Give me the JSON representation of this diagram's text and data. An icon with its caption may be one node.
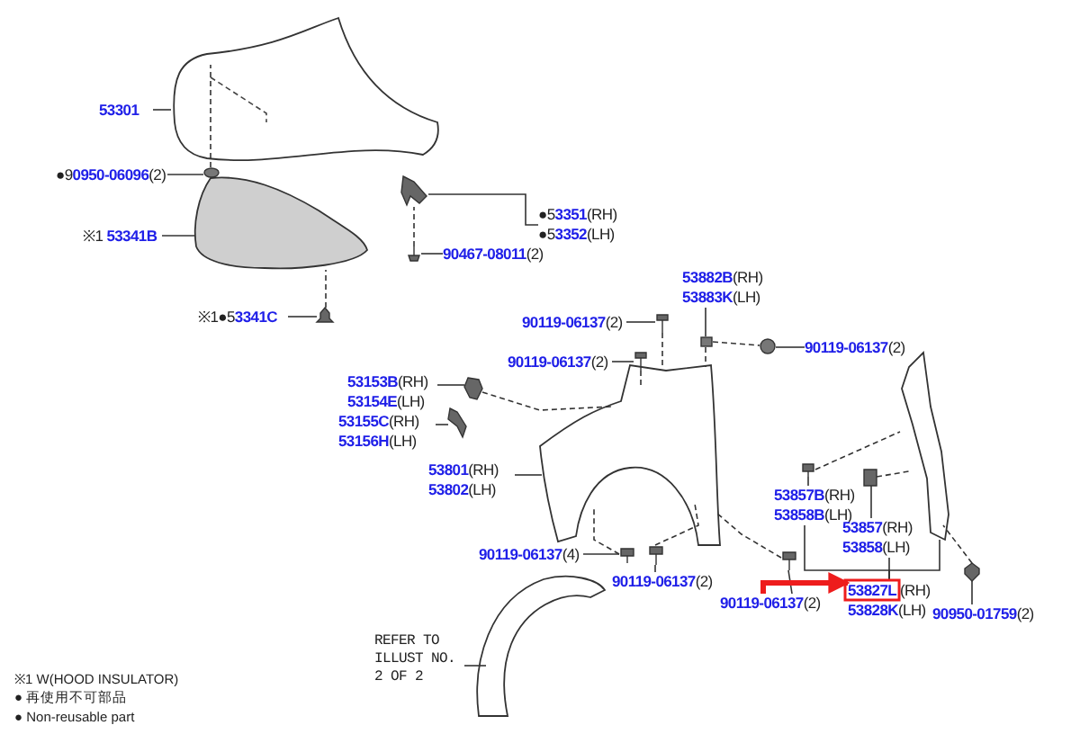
{
  "diagram": {
    "nodes": [
      {
        "text": [],
        "shape": "picture"
      },
      {
        "text": [
          "53301"
        ]
      },
      {
        "text": [],
        "shape": "circle"
      },
      {
        "text": [
          "●90950-06096(2)"
        ]
      },
      {
        "text": [],
        "shape": "picture"
      },
      {
        "text": [
          "※1 53341B"
        ]
      },
      {
        "text": [],
        "shape": "picture"
      },
      {
        "text": [
          "※1●53341C"
        ]
      },
      {
        "text": [],
        "shape": "picture"
      },
      {
        "text": [
          "●53351(RH)",
          "●53352(LH)"
        ]
      },
      {
        "text": [],
        "shape": "picture"
      },
      {
        "text": [
          "90467-08011(2)"
        ]
      },
      {
        "text": [],
        "shape": "picture"
      },
      {
        "text": [
          "53801(RH)",
          "53802(LH)"
        ]
      },
      {
        "text": [
          "53153B(RH)",
          "53154E(LH)"
        ]
      },
      {
        "text": [],
        "shape": "picture"
      },
      {
        "text": [
          "53155C(RH)",
          "53156H(LH)"
        ]
      },
      {
        "text": [],
        "shape": "picture"
      },
      {
        "text": [
          "90119-06137(2)"
        ]
      },
      {
        "text": [],
        "shape": "picture"
      },
      {
        "text": [
          "53882B(RH)",
          "53883K(LH)"
        ]
      },
      {
        "text": [],
        "shape": "box"
      },
      {
        "text": [
          "90119-06137(2)"
        ]
      },
      {
        "text": [],
        "shape": "circle"
      },
      {
        "text": [
          "90119-06137(2)"
        ]
      },
      {
        "text": [],
        "shape": "picture"
      },
      {
        "text": [
          "90119-06137(4)"
        ]
      },
      {
        "text": [],
        "shape": "picture"
      },
      {
        "text": [
          "90119-06137(2)"
        ]
      },
      {
        "text": [],
        "shape": "picture"
      },
      {
        "text": [
          "90119-06137(2)"
        ]
      },
      {
        "text": [],
        "shape": "picture"
      },
      {
        "text": [],
        "shape": "picture"
      },
      {
        "text": [
          "53857B(RH)",
          "53858B(LH)"
        ]
      },
      {
        "text": [
          "53857(RH)",
          "53858(LH)"
        ]
      },
      {
        "text": [
          "53827L(RH)",
          "53828K(LH)"
        ]
      },
      {
        "text": [],
        "shape": "picture"
      },
      {
        "text": [],
        "shape": "picture"
      },
      {
        "text": [
          "90950-01759(2)"
        ]
      },
      {
        "text": [],
        "shape": "picture"
      },
      {
        "text": [],
        "shape": "picture"
      },
      {
        "text": [
          "REFER TO ILLUST NO. 2 OF 2"
        ]
      }
    ],
    "edges": [
      {
        "from": 1,
        "to": 0,
        "arrow": "none"
      },
      {
        "from": 3,
        "to": 2,
        "arrow": "none"
      },
      {
        "from": 5,
        "to": 4,
        "arrow": "none"
      },
      {
        "from": 7,
        "to": 6,
        "arrow": "none"
      },
      {
        "from": 9,
        "to": 8,
        "arrow": "none"
      },
      {
        "from": 11,
        "to": 10,
        "arrow": "none"
      },
      {
        "from": 13,
        "to": 12,
        "arrow": "none"
      },
      {
        "from": 14,
        "to": 15,
        "arrow": "none"
      },
      {
        "from": 16,
        "to": 17,
        "arrow": "none"
      },
      {
        "from": 18,
        "to": 19,
        "arrow": "none"
      },
      {
        "from": 20,
        "to": 21,
        "arrow": "none"
      },
      {
        "from": 22,
        "to": 23,
        "arrow": "none"
      },
      {
        "from": 24,
        "to": 25,
        "arrow": "none"
      },
      {
        "from": 26,
        "to": 27,
        "arrow": "none"
      },
      {
        "from": 28,
        "to": 29,
        "arrow": "none"
      },
      {
        "from": 30,
        "to": 31,
        "arrow": "none"
      },
      {
        "from": 33,
        "to": 36,
        "arrow": "none"
      },
      {
        "from": 34,
        "to": 37,
        "arrow": "none"
      },
      {
        "from": 35,
        "to": 33,
        "arrow": "none"
      },
      {
        "from": 35,
        "to": 34,
        "arrow": "none"
      },
      {
        "from": 35,
        "to": 32,
        "arrow": "none"
      },
      {
        "from": 38,
        "to": 39,
        "arrow": "none"
      },
      {
        "from": 41,
        "to": 40,
        "arrow": "none"
      },
      {
        "from": 30,
        "to": 35,
        "arrow": "to",
        "style": "thick",
        "color": "#ee1c1c"
      },
      {
        "from": 2,
        "to": 0,
        "arrow": "none",
        "style": "dashed"
      },
      {
        "from": 6,
        "to": 4,
        "arrow": "none",
        "style": "dashed"
      },
      {
        "from": 10,
        "to": 8,
        "arrow": "none",
        "style": "dashed"
      },
      {
        "from": 15,
        "to": 12,
        "arrow": "none",
        "style": "dashed"
      },
      {
        "from": 19,
        "to": 12,
        "arrow": "none",
        "style": "dashed"
      },
      {
        "from": 21,
        "to": 23,
        "arrow": "none",
        "style": "dashed"
      },
      {
        "from": 21,
        "to": 12,
        "arrow": "none",
        "style": "dashed"
      },
      {
        "from": 25,
        "to": 12,
        "arrow": "none",
        "style": "dashed"
      },
      {
        "from": 27,
        "to": 12,
        "arrow": "none",
        "style": "dashed"
      },
      {
        "from": 29,
        "to": 12,
        "arrow": "none",
        "style": "dashed"
      },
      {
        "from": 31,
        "to": 12,
        "arrow": "none",
        "style": "dashed"
      },
      {
        "from": 36,
        "to": 32,
        "arrow": "none",
        "style": "dashed"
      },
      {
        "from": 37,
        "to": 32,
        "arrow": "none",
        "style": "dashed"
      },
      {
        "from": 39,
        "to": 32,
        "arrow": "none",
        "style": "dashed"
      }
    ],
    "labels": [
      "※1 W(HOOD INSULATOR)",
      "● 再使用不可部品",
      "● Non-reusable part"
    ]
  }
}
